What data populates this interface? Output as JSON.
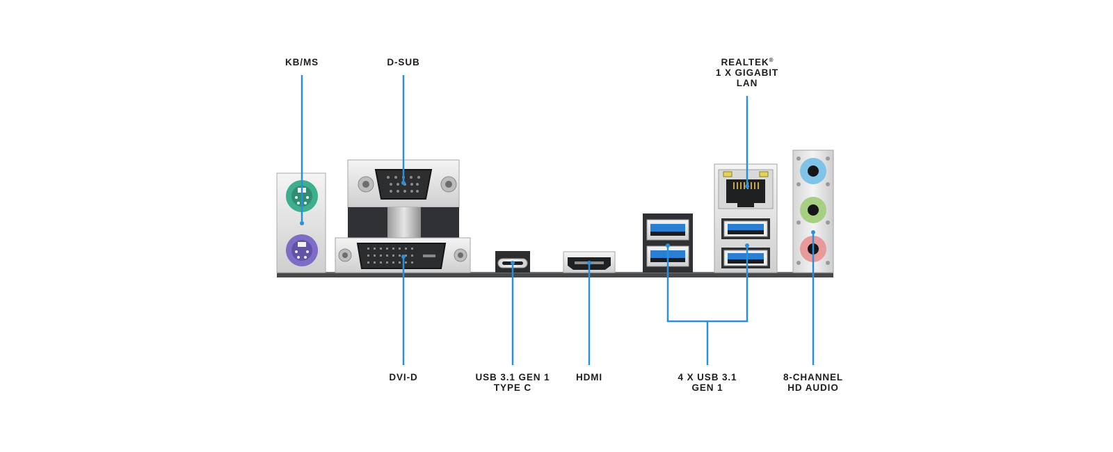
{
  "labels": {
    "kbms": "KB/MS",
    "dsub": "D-SUB",
    "lan": {
      "line1": "REALTEK",
      "mark": "®",
      "line2": "1 X GIGABIT",
      "line3": "LAN"
    },
    "dvid": "DVI-D",
    "usbc": {
      "line1": "USB 3.1 GEN 1",
      "line2": "TYPE C"
    },
    "hdmi": "HDMI",
    "usb": {
      "line1": "4 X USB 3.1",
      "line2": "GEN 1"
    },
    "audio": {
      "line1": "8-CHANNEL",
      "line2": "HD AUDIO"
    }
  },
  "colors": {
    "callout_line": "#2b8fdc",
    "ps2_keyboard_mouse": "#3fae8f",
    "ps2_mouse": "#7f6cc4",
    "usb3_blue": "#2b7fd3",
    "audio_line_in": "#7fc3e8",
    "audio_line_out": "#a7cf82",
    "audio_mic": "#e79a9a",
    "panel": "#46484a",
    "port_metal": "#e4e4e4"
  },
  "icons": [
    "ps2-port-icon",
    "vga-port-icon",
    "dvi-port-icon",
    "usb-c-port-icon",
    "hdmi-port-icon",
    "usb-a-port-icon",
    "rj45-port-icon",
    "audio-jack-icon"
  ]
}
